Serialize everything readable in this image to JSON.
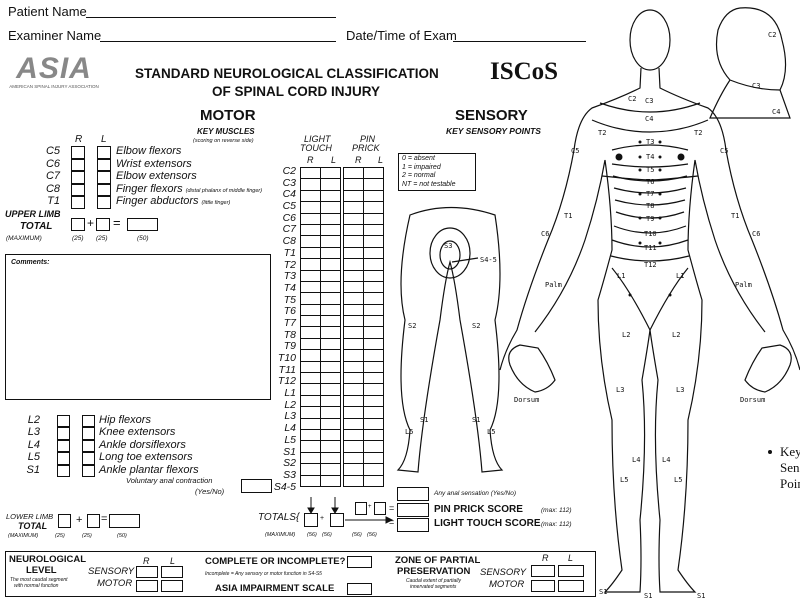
{
  "header": {
    "patient_name_label": "Patient Name",
    "examiner_name_label": "Examiner Name",
    "date_time_label": "Date/Time of Exam",
    "asia_logo": "ASIA",
    "asia_logo_sub": "AMERICAN SPINAL INJURY ASSOCIATION",
    "title_line1": "STANDARD NEUROLOGICAL CLASSIFICATION",
    "title_line2": "OF SPINAL CORD INJURY",
    "iscos_logo": "ISCoS"
  },
  "motor": {
    "title": "MOTOR",
    "subtitle": "KEY MUSCLES",
    "note": "(scoring on reverse side)",
    "col_r": "R",
    "col_l": "L",
    "upper_rows": [
      {
        "level": "C5",
        "muscle": "Elbow flexors",
        "note": ""
      },
      {
        "level": "C6",
        "muscle": "Wrist extensors",
        "note": ""
      },
      {
        "level": "C7",
        "muscle": "Elbow extensors",
        "note": ""
      },
      {
        "level": "C8",
        "muscle": "Finger flexors",
        "note": "(distal phalanx of middle finger)"
      },
      {
        "level": "T1",
        "muscle": "Finger abductors",
        "note": "(little finger)"
      }
    ],
    "upper_total": {
      "line1": "UPPER LIMB",
      "line2": "TOTAL",
      "line3": "(MAXIMUM)",
      "max_r": "(25)",
      "max_l": "(25)",
      "max_total": "(50)",
      "plus": "+",
      "equals": "="
    },
    "comments_label": "Comments:",
    "lower_rows": [
      {
        "level": "L2",
        "muscle": "Hip flexors"
      },
      {
        "level": "L3",
        "muscle": "Knee extensors"
      },
      {
        "level": "L4",
        "muscle": "Ankle dorsiflexors"
      },
      {
        "level": "L5",
        "muscle": "Long toe extensors"
      },
      {
        "level": "S1",
        "muscle": "Ankle plantar flexors"
      }
    ],
    "anal_contraction": "Voluntary anal contraction",
    "anal_contraction_yn": "(Yes/No)",
    "lower_total": {
      "line1": "LOWER LIMB",
      "line2": "TOTAL",
      "line3": "(MAXIMUM)",
      "max_r": "(25)",
      "max_l": "(25)",
      "max_total": "(50)",
      "plus": "+",
      "equals": "="
    }
  },
  "sensory": {
    "title": "SENSORY",
    "subtitle": "KEY SENSORY POINTS",
    "light_touch_1": "LIGHT",
    "light_touch_2": "TOUCH",
    "pin_prick_1": "PIN",
    "pin_prick_2": "PRICK",
    "col_r": "R",
    "col_l": "L",
    "segments": [
      "C2",
      "C3",
      "C4",
      "C5",
      "C6",
      "C7",
      "C8",
      "T1",
      "T2",
      "T3",
      "T4",
      "T5",
      "T6",
      "T7",
      "T8",
      "T9",
      "T10",
      "T11",
      "T12",
      "L1",
      "L2",
      "L3",
      "L4",
      "L5",
      "S1",
      "S2",
      "S3",
      "S4-5"
    ],
    "legend": [
      "0 = absent",
      "1 = impaired",
      "2 = normal",
      "NT = not testable"
    ],
    "totals_label": "TOTALS{",
    "totals_max": "(MAXIMUM)",
    "max_56": "(56)",
    "anal_sensation": "Any anal sensation (Yes/No)",
    "pin_prick_score": "PIN PRICK SCORE",
    "light_touch_score": "LIGHT TOUCH SCORE",
    "max_112": "(max: 112)",
    "plus": "+",
    "equals": "="
  },
  "body": {
    "front": {
      "C2": "C2",
      "C3": "C3",
      "C4": "C4",
      "C5": "C5",
      "C6": "C6",
      "T1": "T1",
      "T2": "T2",
      "T3": "T3",
      "T4": "T4",
      "T5": "T5",
      "T6": "T6",
      "T7": "T7",
      "T8": "T8",
      "T9": "T9",
      "T10": "T10",
      "T11": "T11",
      "T12": "T12",
      "L1": "L1",
      "L2": "L2",
      "L3": "L3",
      "L4": "L4",
      "L5": "L5",
      "S1": "S1"
    },
    "palm": "Palm",
    "dorsum": "Dorsum",
    "back": {
      "S3": "S3",
      "S45": "S4-5",
      "S2": "S2",
      "L5": "L5",
      "S1": "S1"
    },
    "key_points": [
      "Key",
      "Sensory",
      "Points"
    ]
  },
  "bottom": {
    "neuro_level_1": "NEUROLOGICAL",
    "neuro_level_2": "LEVEL",
    "neuro_note_1": "The most caudal segment",
    "neuro_note_2": "with normal function",
    "sensory": "SENSORY",
    "motor": "MOTOR",
    "r": "R",
    "l": "L",
    "complete": "COMPLETE OR INCOMPLETE?",
    "complete_note": "Incomplete = Any sensory or motor function in S4-S5",
    "asia_scale": "ASIA IMPAIRMENT SCALE",
    "zone_1": "ZONE OF PARTIAL",
    "zone_2": "PRESERVATION",
    "zone_note_1": "Caudal extent of partially",
    "zone_note_2": "innervated segments"
  }
}
